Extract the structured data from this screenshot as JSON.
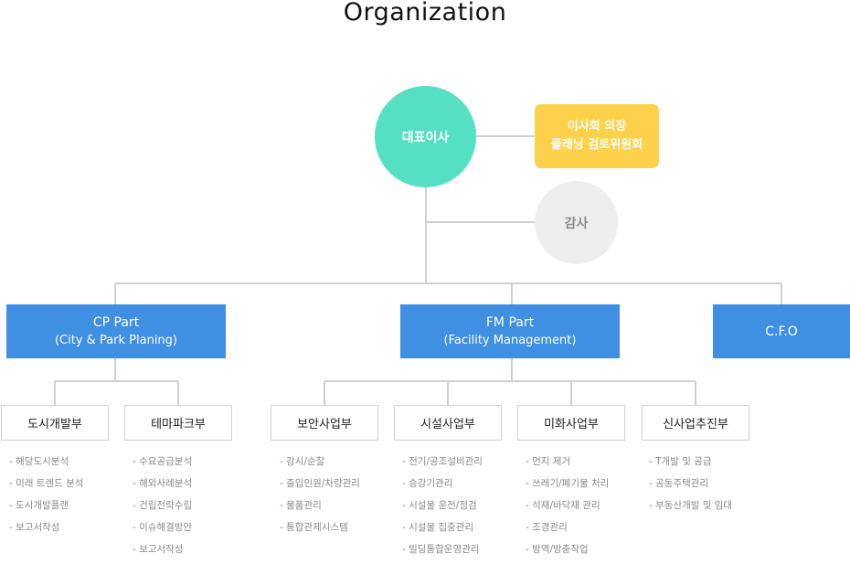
{
  "title": "Organization",
  "ceo": {
    "label": "대표이사"
  },
  "board": {
    "line1": "이사회 의장",
    "line2": "플래닝 검토위원회"
  },
  "audit": {
    "label": "감사"
  },
  "parts": {
    "cp": {
      "name": "CP Part",
      "sub": "(City & Park Planing)"
    },
    "fm": {
      "name": "FM Part",
      "sub": "(Facility Management)"
    },
    "cfo": {
      "name": "C.F.O"
    }
  },
  "departments": [
    {
      "name": "도시개발부",
      "tasks": [
        "해당도시분석",
        "미래 트렌드 분석",
        "도시개발플랜",
        "보고서작성"
      ]
    },
    {
      "name": "테마파크부",
      "tasks": [
        "수요공급분석",
        "해외사례분석",
        "건립전략수립",
        "이슈해결방안",
        "보고서작성"
      ]
    },
    {
      "name": "보안사업부",
      "tasks": [
        "감시/순찰",
        "출입인원/차량관리",
        "물품관리",
        "통합관제시스템"
      ]
    },
    {
      "name": "시설사업부",
      "tasks": [
        "전기/공조설비관리",
        "승강기관리",
        "시설물 운전/점검",
        "시설물 집중관리",
        "빌딩통합운영관리"
      ]
    },
    {
      "name": "미화사업부",
      "tasks": [
        "먼지 제거",
        "쓰레기/폐기물 처리",
        "석재/바닥재 관리",
        "조경관리",
        "방역/방충작업"
      ]
    },
    {
      "name": "신사업추진부",
      "tasks": [
        "T개발 및 공급",
        "공동주택관리",
        "부동산개발 및 임대"
      ]
    }
  ],
  "colors": {
    "ceo": "#55DFC3",
    "board": "#FDD14A",
    "audit": "#EEEEEE",
    "part": "#3F8FE2",
    "line": "#d0d0d0"
  }
}
